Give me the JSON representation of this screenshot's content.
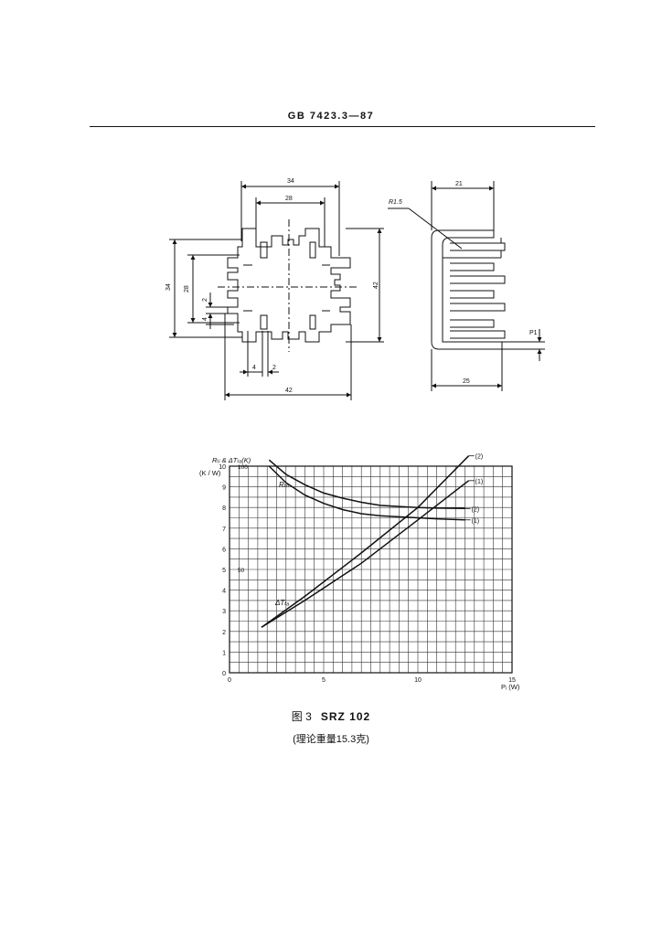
{
  "header": {
    "standard": "GB 7423.3—87"
  },
  "drawing_front": {
    "dims": {
      "top_outer": "34",
      "top_inner": "28",
      "left_outer": "34",
      "left_inner": "28",
      "right": "42",
      "bottom": "42",
      "small_2a": "2",
      "small_4a": "4",
      "small_4b": "4",
      "small_2b": "2"
    }
  },
  "drawing_side": {
    "dims": {
      "top": "21",
      "bottom": "25",
      "radius": "R1.5",
      "right_small": "P1"
    }
  },
  "chart_data": {
    "type": "line",
    "y_header": "Rₜᵢ & ΔTₜₐ(K)",
    "y_unit": "(K / W)",
    "xlabel": "Pᵢ (W)",
    "xlim": [
      0,
      15
    ],
    "ylim": [
      0,
      10
    ],
    "x_ticks": [
      "0",
      "5",
      "10",
      "15"
    ],
    "y_ticks": [
      "0",
      "1",
      "2",
      "3",
      "4",
      "5",
      "6",
      "7",
      "8",
      "9",
      "10"
    ],
    "secondary_ticks": [
      {
        "label": "100",
        "value": 10
      },
      {
        "label": "50",
        "value": 5
      }
    ],
    "grid": true,
    "annotations": {
      "rth": "Rₜₕ",
      "dt": "ΔTₜₐ"
    },
    "series": [
      {
        "name": "(2)",
        "x": [
          1.7,
          4,
          7,
          10,
          12.7
        ],
        "y": [
          2.2,
          3.7,
          5.8,
          8.0,
          10.5
        ]
      },
      {
        "name": "(1)",
        "x": [
          1.7,
          4,
          7,
          10,
          12.7
        ],
        "y": [
          2.2,
          3.5,
          5.3,
          7.4,
          9.3
        ]
      },
      {
        "name": "(2)",
        "x": [
          2.1,
          3,
          4,
          5,
          6,
          7,
          8,
          9,
          10,
          11,
          12.5
        ],
        "y": [
          10.3,
          9.6,
          9.1,
          8.7,
          8.45,
          8.25,
          8.1,
          8.05,
          8.0,
          7.97,
          7.95
        ]
      },
      {
        "name": "(1)",
        "x": [
          2.1,
          3,
          4,
          5,
          6,
          7,
          8,
          9,
          10,
          11,
          12.5
        ],
        "y": [
          10.0,
          9.2,
          8.6,
          8.2,
          7.9,
          7.7,
          7.6,
          7.55,
          7.5,
          7.45,
          7.4
        ]
      }
    ]
  },
  "caption": {
    "figure": "图 3",
    "model": "SRZ 102"
  },
  "subcaption": "(理论重量15.3克)"
}
